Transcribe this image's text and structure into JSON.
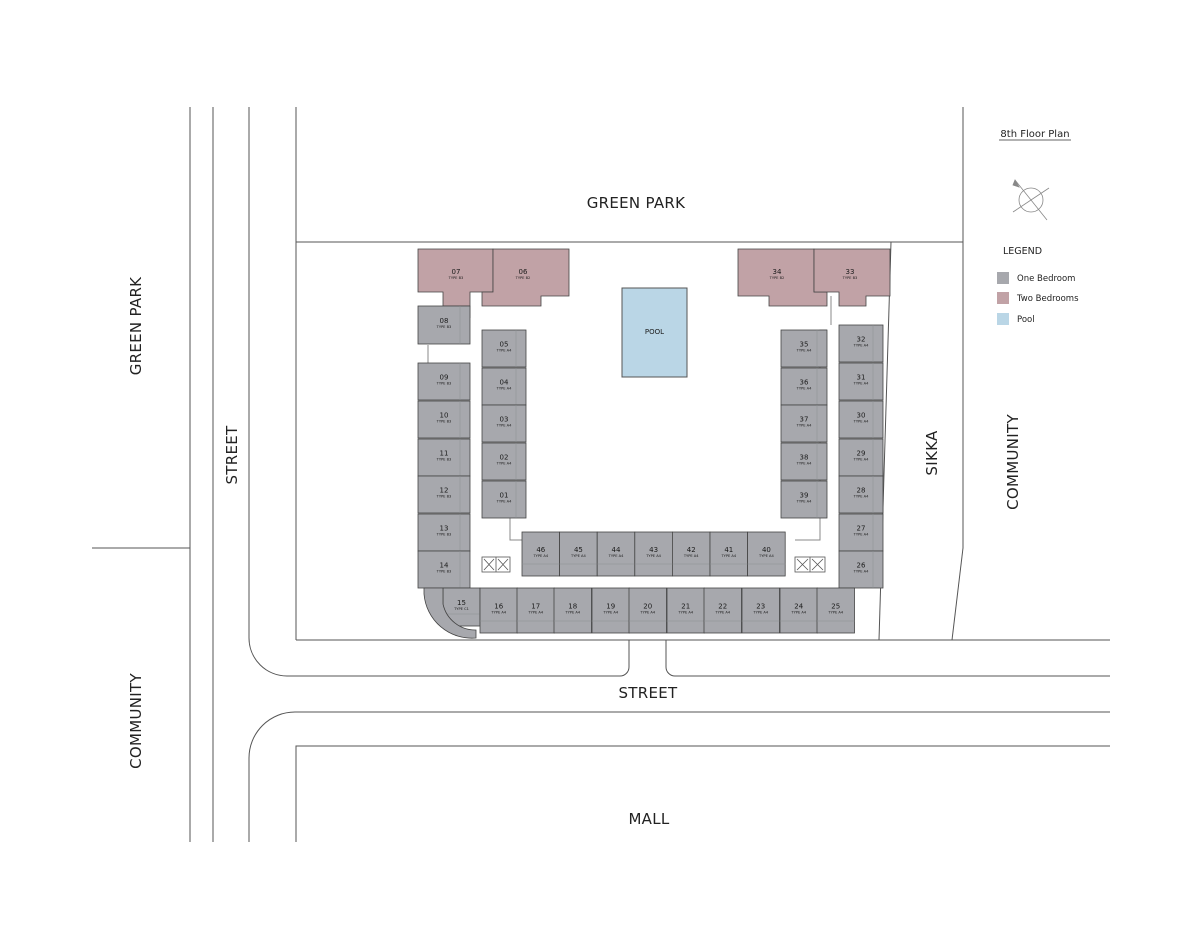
{
  "plan_title": "8th Floor Plan",
  "site_labels": {
    "green_park_top": "GREEN PARK",
    "green_park_left": "GREEN PARK",
    "street_left": "STREET",
    "street_bottom": "STREET",
    "community_left": "COMMUNITY",
    "community_right": "COMMUNITY",
    "sikka": "SIKKA",
    "mall": "MALL"
  },
  "pool": {
    "label": "POOL"
  },
  "legend": {
    "title": "LEGEND",
    "items": [
      {
        "label": "One Bedroom",
        "color": "#a7a8ad"
      },
      {
        "label": "Two Bedrooms",
        "color": "#c1a2a6"
      },
      {
        "label": "Pool",
        "color": "#bad6e6"
      }
    ]
  },
  "colors": {
    "one_bedroom": "#a7a8ad",
    "two_bedrooms": "#c1a2a6",
    "pool": "#bad6e6",
    "line": "#444444"
  },
  "units": [
    {
      "id": "07",
      "type": "TYPE B3",
      "kind": "two"
    },
    {
      "id": "06",
      "type": "TYPE B2",
      "kind": "two"
    },
    {
      "id": "34",
      "type": "TYPE B2",
      "kind": "two"
    },
    {
      "id": "33",
      "type": "TYPE B3",
      "kind": "two"
    },
    {
      "id": "08",
      "type": "TYPE B3",
      "kind": "one"
    },
    {
      "id": "05",
      "type": "TYPE A4",
      "kind": "one"
    },
    {
      "id": "04",
      "type": "TYPE A4",
      "kind": "one"
    },
    {
      "id": "03",
      "type": "TYPE A4",
      "kind": "one"
    },
    {
      "id": "02",
      "type": "TYPE A4",
      "kind": "one"
    },
    {
      "id": "01",
      "type": "TYPE A4",
      "kind": "one"
    },
    {
      "id": "09",
      "type": "TYPE B3",
      "kind": "one"
    },
    {
      "id": "10",
      "type": "TYPE B3",
      "kind": "one"
    },
    {
      "id": "11",
      "type": "TYPE B3",
      "kind": "one"
    },
    {
      "id": "12",
      "type": "TYPE B3",
      "kind": "one"
    },
    {
      "id": "13",
      "type": "TYPE B3",
      "kind": "one"
    },
    {
      "id": "14",
      "type": "TYPE B3",
      "kind": "one"
    },
    {
      "id": "35",
      "type": "TYPE A4",
      "kind": "one"
    },
    {
      "id": "36",
      "type": "TYPE A4",
      "kind": "one"
    },
    {
      "id": "37",
      "type": "TYPE A4",
      "kind": "one"
    },
    {
      "id": "38",
      "type": "TYPE A4",
      "kind": "one"
    },
    {
      "id": "39",
      "type": "TYPE A4",
      "kind": "one"
    },
    {
      "id": "32",
      "type": "TYPE A4",
      "kind": "one"
    },
    {
      "id": "31",
      "type": "TYPE A4",
      "kind": "one"
    },
    {
      "id": "30",
      "type": "TYPE A4",
      "kind": "one"
    },
    {
      "id": "29",
      "type": "TYPE A4",
      "kind": "one"
    },
    {
      "id": "28",
      "type": "TYPE A4",
      "kind": "one"
    },
    {
      "id": "27",
      "type": "TYPE A4",
      "kind": "one"
    },
    {
      "id": "26",
      "type": "TYPE A4",
      "kind": "one"
    },
    {
      "id": "46",
      "type": "TYPE A4",
      "kind": "one"
    },
    {
      "id": "45",
      "type": "TYPE A4",
      "kind": "one"
    },
    {
      "id": "44",
      "type": "TYPE A4",
      "kind": "one"
    },
    {
      "id": "43",
      "type": "TYPE A4",
      "kind": "one"
    },
    {
      "id": "42",
      "type": "TYPE A4",
      "kind": "one"
    },
    {
      "id": "41",
      "type": "TYPE A4",
      "kind": "one"
    },
    {
      "id": "40",
      "type": "TYPE A4",
      "kind": "one"
    },
    {
      "id": "15",
      "type": "TYPE C1",
      "kind": "one"
    },
    {
      "id": "16",
      "type": "TYPE A4",
      "kind": "one"
    },
    {
      "id": "17",
      "type": "TYPE A4",
      "kind": "one"
    },
    {
      "id": "18",
      "type": "TYPE A4",
      "kind": "one"
    },
    {
      "id": "19",
      "type": "TYPE A4",
      "kind": "one"
    },
    {
      "id": "20",
      "type": "TYPE A4",
      "kind": "one"
    },
    {
      "id": "21",
      "type": "TYPE A4",
      "kind": "one"
    },
    {
      "id": "22",
      "type": "TYPE A4",
      "kind": "one"
    },
    {
      "id": "23",
      "type": "TYPE A4",
      "kind": "one"
    },
    {
      "id": "24",
      "type": "TYPE A4",
      "kind": "one"
    },
    {
      "id": "25",
      "type": "TYPE A4",
      "kind": "one"
    }
  ]
}
